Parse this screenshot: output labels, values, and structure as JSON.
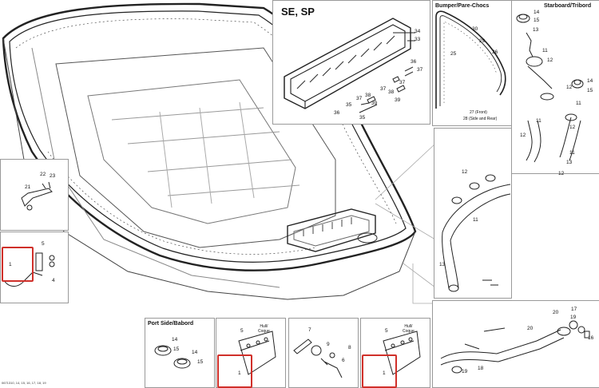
{
  "titles": {
    "se_sp": "SE, SP",
    "bumper": "Bumper/Pare-Chocs",
    "starboard": "Starboard/Tribord",
    "port": "Port Side/Babord"
  },
  "notes": {
    "bumper_front": "27 (Front)",
    "bumper_side": "28 (Side and Rear)",
    "hull_coque_a": "Hull/\nCoque",
    "hull_coque_b": "Hull/\nCoque"
  },
  "footer": "0671310, 14, 15, 16, 17, 18, 19",
  "callouts": {
    "se_sp": [
      "34",
      "33",
      "36",
      "37",
      "37",
      "38",
      "39",
      "38",
      "37",
      "39",
      "36",
      "37",
      "35",
      "35"
    ],
    "bumper": [
      "30",
      "29",
      "26",
      "25"
    ],
    "starboard": [
      "14",
      "15",
      "13",
      "11",
      "12",
      "14",
      "15",
      "12",
      "11",
      "11",
      "12",
      "12",
      "12",
      "11",
      "13"
    ],
    "left_upper": [
      "22",
      "23",
      "21"
    ],
    "left_lower": [
      "5",
      "1",
      "4"
    ],
    "port": [
      "14",
      "15",
      "14",
      "15"
    ],
    "hull_a": [
      "5",
      "1"
    ],
    "bracket": [
      "7",
      "9",
      "8",
      "6"
    ],
    "hull_b": [
      "5",
      "1"
    ],
    "hose": [
      "20",
      "17",
      "19",
      "20",
      "16",
      "19",
      "18"
    ]
  }
}
